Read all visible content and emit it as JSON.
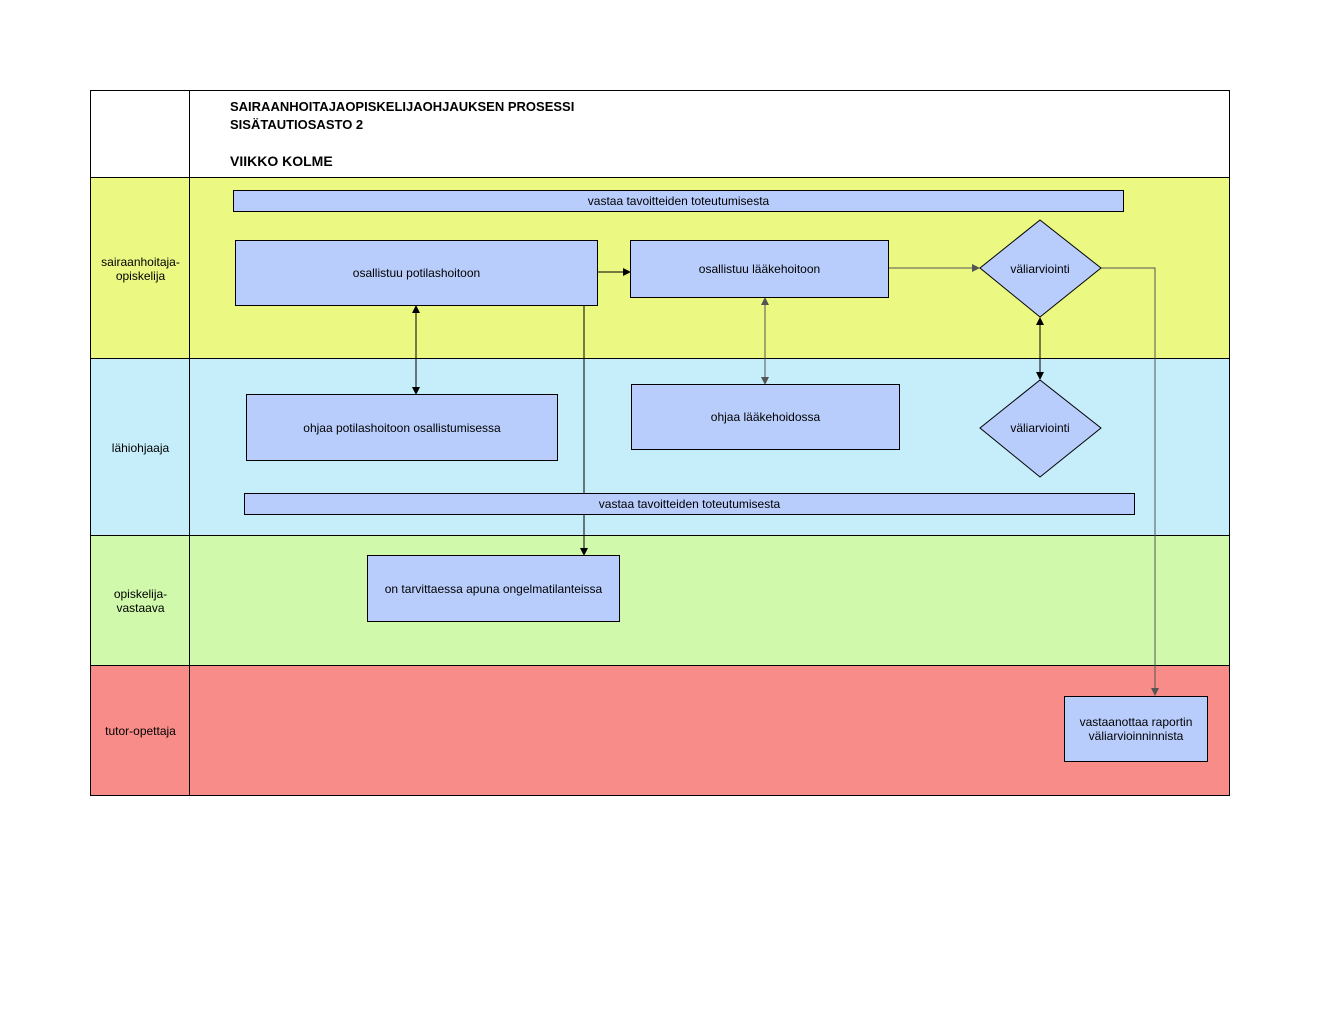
{
  "header": {
    "title_line1": "SAIRAANHOITAJAOPISKELIJAOHJAUKSEN PROSESSI",
    "title_line2": "SISÄTAUTIOSASTO 2",
    "week": "VIIKKO KOLME"
  },
  "lanes": [
    {
      "label": "sairaanhoitaja-\nopiskelija",
      "color": "#ebf882"
    },
    {
      "label": "lähiohjaaja",
      "color": "#c5eefa"
    },
    {
      "label": "opiskelija-\nvastaava",
      "color": "#d0f9ab"
    },
    {
      "label": "tutor-opettaja",
      "color": "#f88c88"
    }
  ],
  "nodes": {
    "student_goals": "vastaa tavoitteiden toteutumisesta",
    "student_patient_care": "osallistuu potilashoitoon",
    "student_medication": "osallistuu lääkehoitoon",
    "student_midterm": "väliarviointi",
    "supervisor_patient_care": "ohjaa potilashoitoon osallistumisessa",
    "supervisor_medication": "ohjaa lääkehoidossa",
    "supervisor_midterm": "väliarviointi",
    "supervisor_goals": "vastaa tavoitteiden toteutumisesta",
    "responsible_help": "on tarvittaessa apuna ongelmatilanteissa",
    "tutor_report": "vastaanottaa raportin väliarvioinninnista"
  },
  "colors": {
    "box_fill": "#b9cdfc",
    "line": "#000000",
    "line_grey": "#555555"
  }
}
